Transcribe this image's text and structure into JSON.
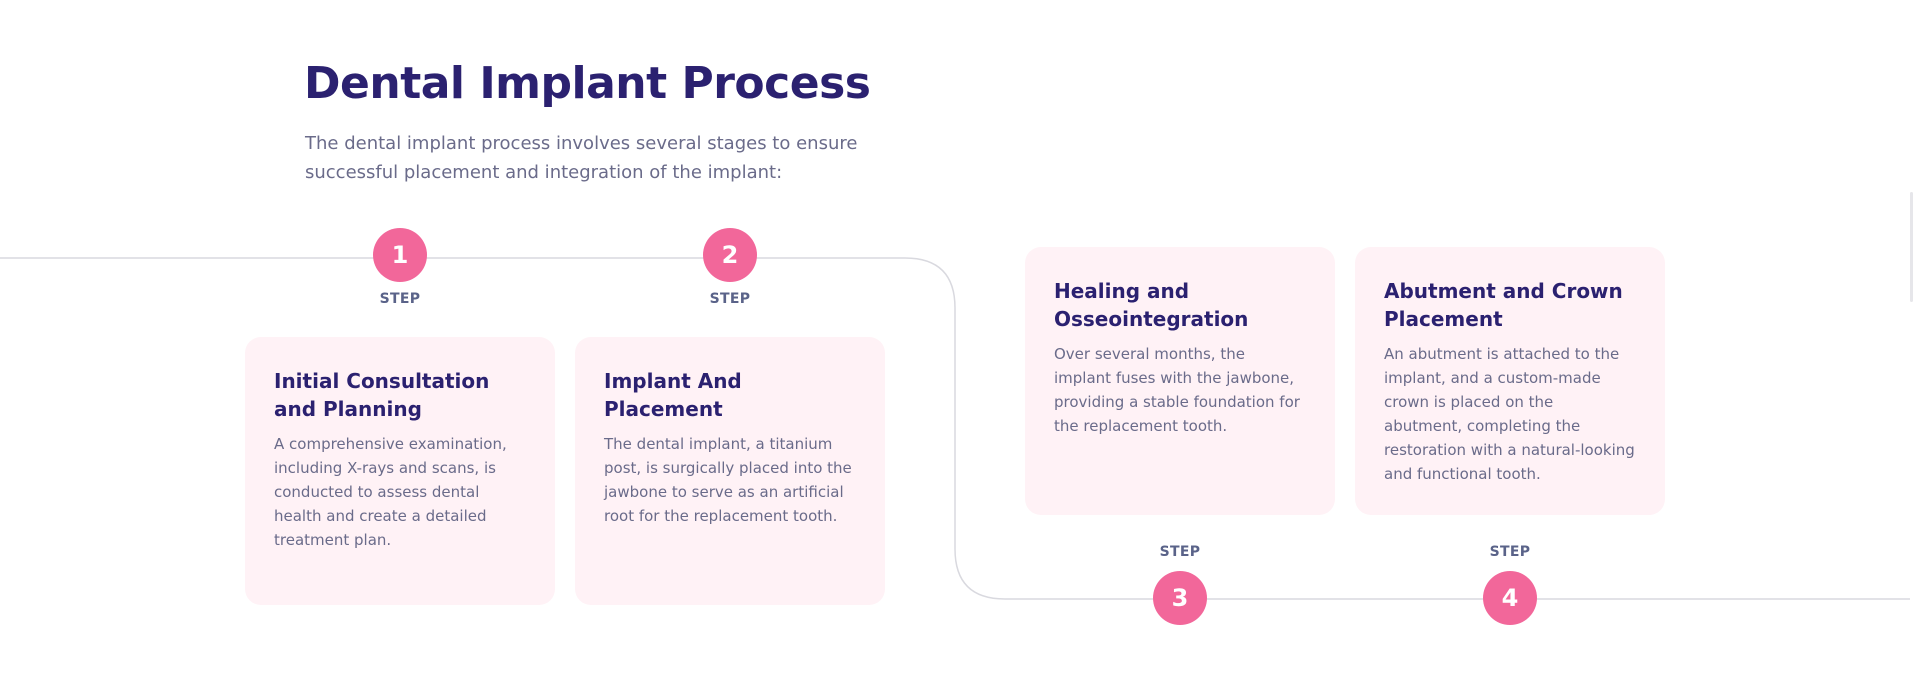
{
  "header": {
    "title": "Dental Implant Process",
    "subtitle": "The dental implant process involves several stages to ensure successful placement and integration of the implant:"
  },
  "steps": [
    {
      "number": "1",
      "label": "STEP",
      "title": "Initial Consultation and Planning",
      "description": "A comprehensive examination, including X-rays and scans, is conducted to assess dental health and create a detailed treatment plan."
    },
    {
      "number": "2",
      "label": "STEP",
      "title": "Implant And Placement",
      "description": "The dental implant, a titanium post, is surgically placed into the jawbone to serve as an artificial root for the replacement tooth."
    },
    {
      "number": "3",
      "label": "STEP",
      "title": "Healing and Osseointegration",
      "description": "Over several months, the implant fuses with the jawbone, providing a stable foundation for the replacement tooth."
    },
    {
      "number": "4",
      "label": "STEP",
      "title": "Abutment and Crown Placement",
      "description": "An abutment is attached to the implant, and a custom-made crown is placed on the abutment, completing the restoration with a natural-looking and functional tooth."
    }
  ],
  "colors": {
    "accent": "#f2679a",
    "heading": "#2b2170",
    "body_text": "#6a6b8a",
    "card_background": "#fff2f6",
    "connector_line": "#d9d9df"
  }
}
